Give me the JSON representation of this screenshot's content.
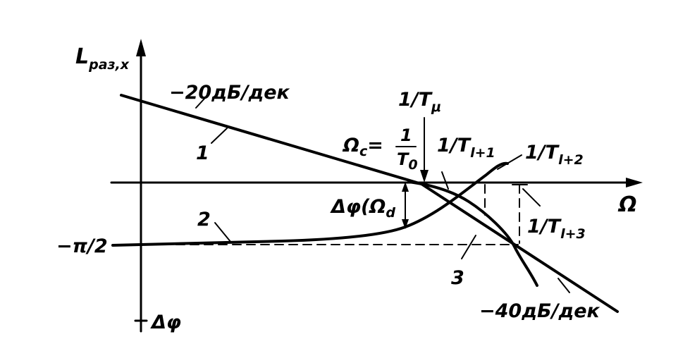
{
  "labels": {
    "y_axis": "L",
    "y_axis_sub": "раз,x",
    "x_axis": "Ω",
    "slope_minus20": "−20дБ/дек",
    "slope_minus40": "−40дБ/дек",
    "curve_1": "1",
    "curve_2": "2",
    "curve_3": "3",
    "t_mu": "1/T",
    "t_mu_sub": "μ",
    "omega_c_lhs": "Ω",
    "omega_c_sub": "c",
    "omega_c_eq": "=",
    "omega_c_num": "1",
    "omega_c_den": "T",
    "omega_c_den_sub": "0",
    "t_l1": "1/T",
    "t_l1_sub": "l+1",
    "t_l2": "1/T",
    "t_l2_sub": "l+2",
    "t_l3": "1/T",
    "t_l3_sub": "l+3",
    "delta_phi_omega": "Δφ(Ω",
    "delta_phi_omega_sub": "d",
    "minus_pi_2": "−π/2",
    "delta_phi": "Δφ"
  }
}
